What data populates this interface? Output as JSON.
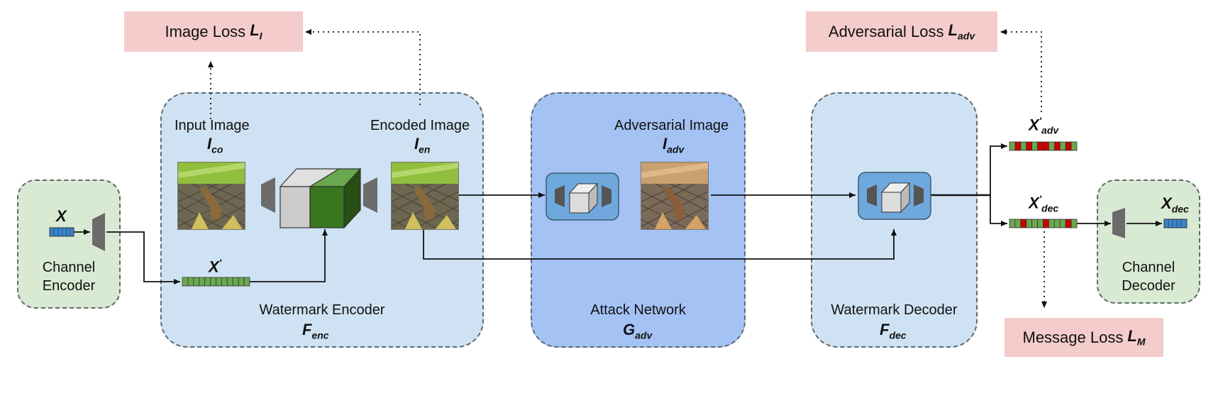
{
  "losses": {
    "image": {
      "text": "Image Loss",
      "sym": "L",
      "sub": "I"
    },
    "adversarial": {
      "text": "Adversarial Loss",
      "sym": "L",
      "sub": "adv"
    },
    "message": {
      "text": "Message Loss",
      "sym": "L",
      "sub": "M"
    }
  },
  "channel_encoder": {
    "label_1": "Channel",
    "label_2": "Encoder",
    "input_sym": "X"
  },
  "channel_decoder": {
    "label_1": "Channel",
    "label_2": "Decoder",
    "output_sym": "X",
    "output_sub": "dec"
  },
  "watermark_encoder": {
    "title": "Watermark Encoder",
    "sym": "F",
    "sub": "enc",
    "input_image": "Input Image",
    "input_sym": "I",
    "input_sub": "co",
    "encoded_image": "Encoded Image",
    "encoded_sym": "I",
    "encoded_sub": "en",
    "message_sym": "X",
    "message_sup": "'"
  },
  "attack_network": {
    "title": "Attack Network",
    "sym": "G",
    "sub": "adv",
    "adv_image": "Adversarial Image",
    "adv_sym": "I",
    "adv_sub": "adv"
  },
  "watermark_decoder": {
    "title": "Watermark Decoder",
    "sym": "F",
    "sub": "dec"
  },
  "outputs": {
    "adv_sym": "X",
    "adv_sup": "'",
    "adv_sub": "adv",
    "dec_sym": "X",
    "dec_sup": "'",
    "dec_sub": "dec"
  },
  "colors": {
    "channel_bg": "#d9ead3",
    "encoder_bg": "#cfe2f3",
    "attack_bg": "#a4c2f4",
    "decoder_bg": "#cfe2f3",
    "loss_bg": "#f4cccc",
    "cube_green": "#38761d",
    "cube_gray": "#cccccc",
    "net_blue": "#6fa8dc"
  }
}
